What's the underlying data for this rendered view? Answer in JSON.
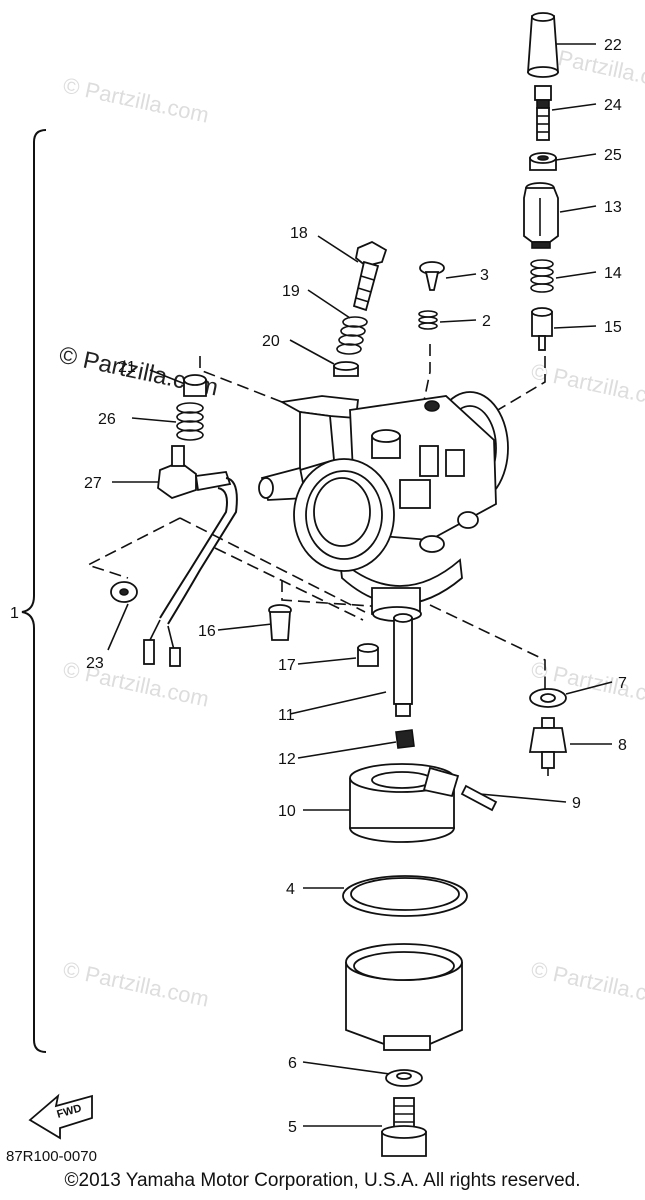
{
  "watermark": "© Partzilla.com",
  "watermark_marked": "© Partzilla.com",
  "fwd_badge": "FWD",
  "diagram_code": "87R100-0070",
  "copyright": "©2013 Yamaha Motor Corporation, U.S.A. All rights reserved.",
  "callouts": {
    "c1": "1",
    "c2": "2",
    "c3": "3",
    "c4": "4",
    "c5": "5",
    "c6": "6",
    "c7": "7",
    "c8": "8",
    "c9": "9",
    "c10": "10",
    "c11": "11",
    "c12": "12",
    "c13": "13",
    "c14": "14",
    "c15": "15",
    "c16": "16",
    "c17": "17",
    "c18": "18",
    "c19": "19",
    "c20": "20",
    "c21": "21",
    "c22": "22",
    "c23": "23",
    "c24": "24",
    "c25": "25",
    "c26": "26",
    "c27": "27"
  }
}
